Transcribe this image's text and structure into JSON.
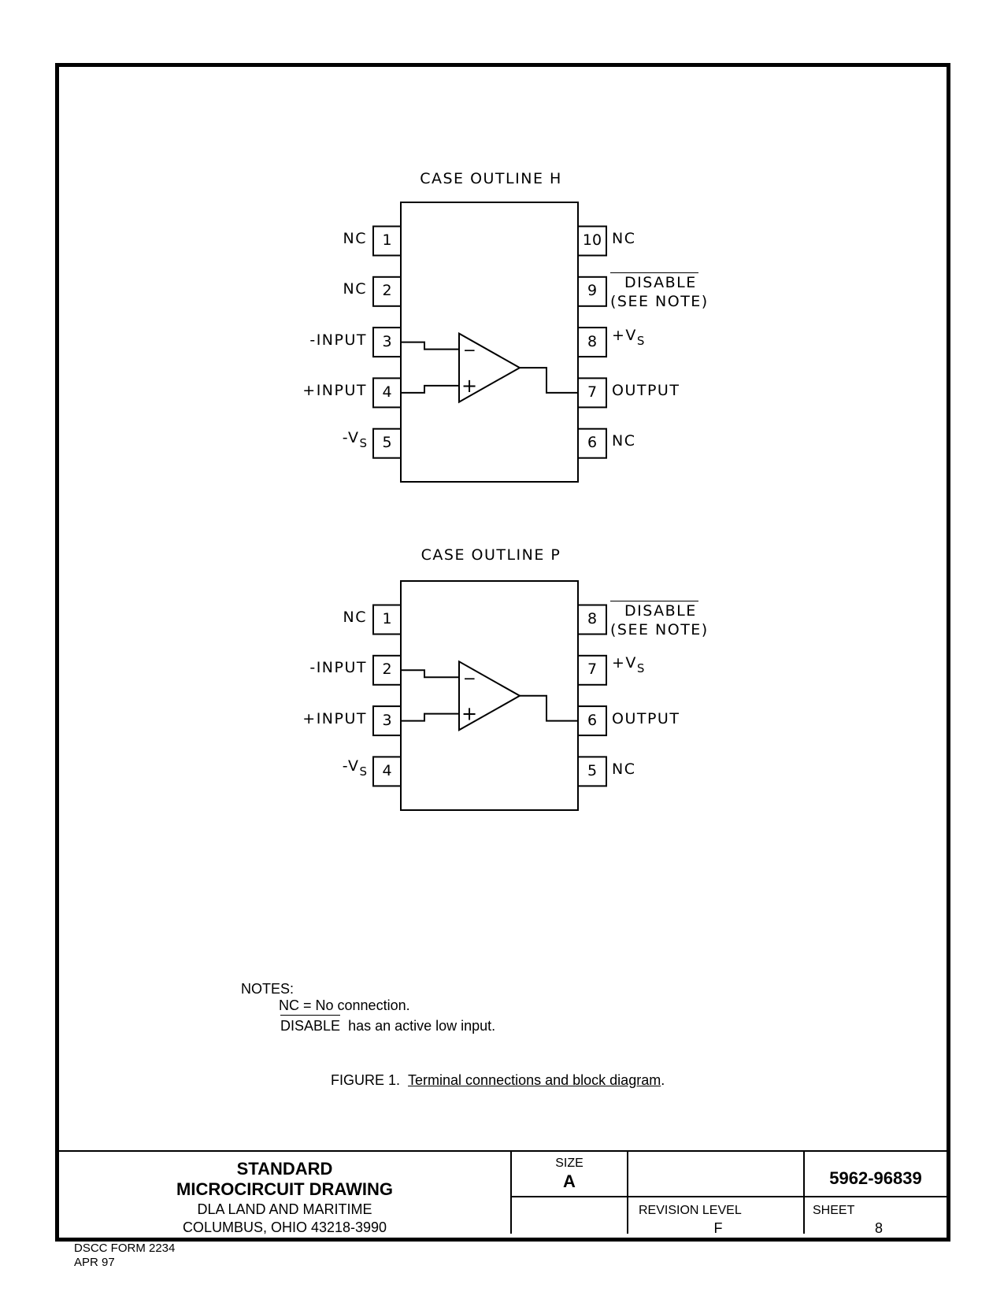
{
  "figures": [
    {
      "title": "CASE OUTLINE H",
      "pins_left": [
        {
          "num": "1",
          "label": "NC"
        },
        {
          "num": "2",
          "label": "NC"
        },
        {
          "num": "3",
          "label": "-INPUT"
        },
        {
          "num": "4",
          "label": "+INPUT"
        },
        {
          "num": "5",
          "label": "-V",
          "sub": "S"
        }
      ],
      "pins_right": [
        {
          "num": "10",
          "label": "NC"
        },
        {
          "num": "9",
          "label": "DISABLE",
          "note": "(SEE NOTE)",
          "overbar": true
        },
        {
          "num": "8",
          "label": "+V",
          "sub": "S"
        },
        {
          "num": "7",
          "label": "OUTPUT"
        },
        {
          "num": "6",
          "label": "NC"
        }
      ]
    },
    {
      "title": "CASE OUTLINE P",
      "pins_left": [
        {
          "num": "1",
          "label": "NC"
        },
        {
          "num": "2",
          "label": "-INPUT"
        },
        {
          "num": "3",
          "label": "+INPUT"
        },
        {
          "num": "4",
          "label": "-V",
          "sub": "S"
        }
      ],
      "pins_right": [
        {
          "num": "8",
          "label": "DISABLE",
          "note": "(SEE NOTE)",
          "overbar": true
        },
        {
          "num": "7",
          "label": "+V",
          "sub": "S"
        },
        {
          "num": "6",
          "label": "OUTPUT"
        },
        {
          "num": "5",
          "label": "NC"
        }
      ]
    }
  ],
  "opamp_symbols": {
    "minus": "−",
    "plus": "+"
  },
  "notes": {
    "heading": "NOTES:",
    "line1": "NC = No connection.",
    "line2_overbar": "DISABLE",
    "line2_rest": "has an active low input."
  },
  "caption": {
    "prefix": "FIGURE 1.",
    "title": "Terminal connections and block diagram",
    "suffix": "."
  },
  "title_block": {
    "line1": "STANDARD",
    "line2": "MICROCIRCUIT DRAWING",
    "line3": "DLA LAND AND MARITIME",
    "line4": "COLUMBUS, OHIO 43218-3990",
    "size_label": "SIZE",
    "size_value": "A",
    "doc_number": "5962-96839",
    "revision_label": "REVISION LEVEL",
    "revision_value": "F",
    "sheet_label": "SHEET",
    "sheet_value": "8"
  },
  "form": {
    "line1": "DSCC FORM 2234",
    "line2": "APR 97"
  }
}
